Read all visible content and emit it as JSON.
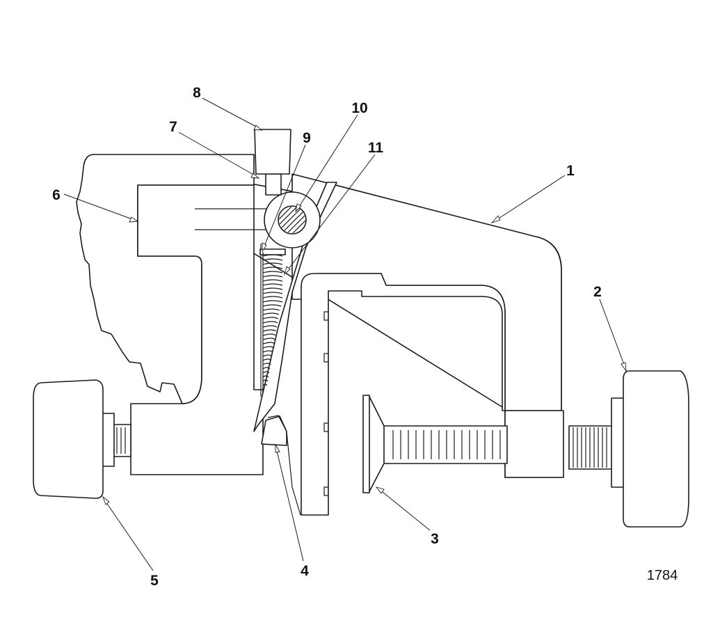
{
  "diagram": {
    "figure_number": "1784",
    "callouts": [
      {
        "id": "1",
        "label": "1"
      },
      {
        "id": "2",
        "label": "2"
      },
      {
        "id": "3",
        "label": "3"
      },
      {
        "id": "4",
        "label": "4"
      },
      {
        "id": "5",
        "label": "5"
      },
      {
        "id": "6",
        "label": "6"
      },
      {
        "id": "7",
        "label": "7"
      },
      {
        "id": "8",
        "label": "8"
      },
      {
        "id": "9",
        "label": "9"
      },
      {
        "id": "10",
        "label": "10"
      },
      {
        "id": "11",
        "label": "11"
      }
    ]
  }
}
